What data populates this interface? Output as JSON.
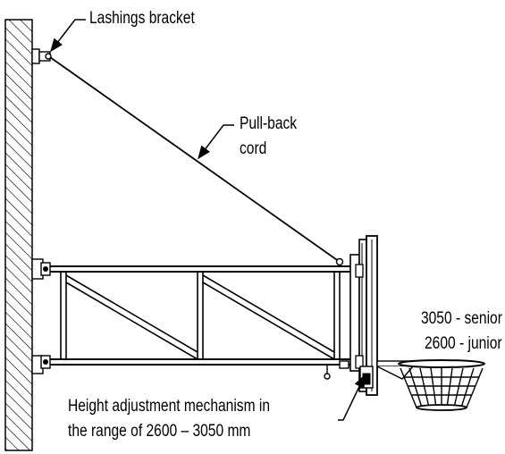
{
  "labels": {
    "lashings_bracket": "Lashings bracket",
    "pull_back_cord_line1": "Pull-back",
    "pull_back_cord_line2": "cord",
    "height_senior": "3050 - senior",
    "height_junior": "2600 - junior",
    "mechanism_line1": "Height adjustment mechanism in",
    "mechanism_line2": "the range of 2600 – 3050 mm"
  },
  "colors": {
    "line": "#000000",
    "background": "#ffffff"
  }
}
